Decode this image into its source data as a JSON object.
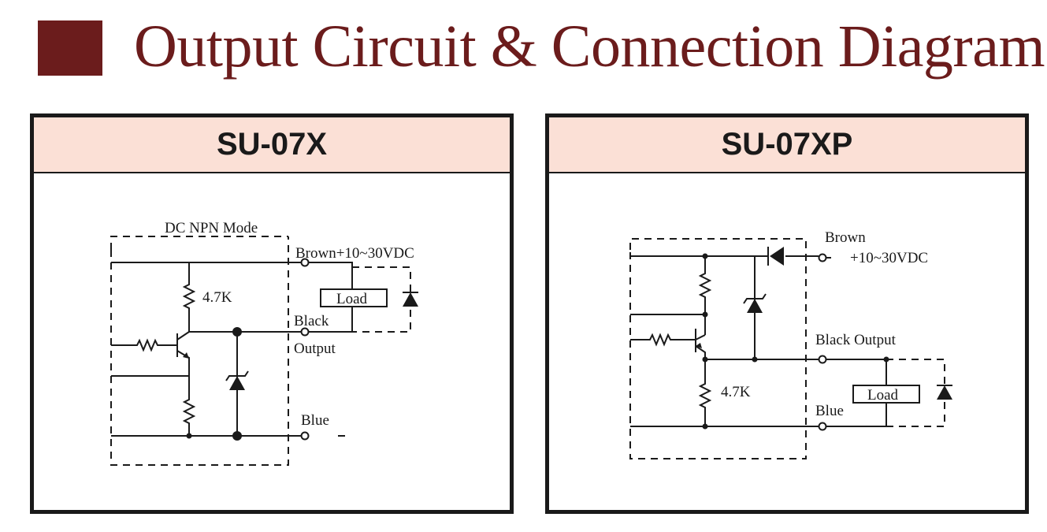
{
  "page": {
    "title": "Output Circuit & Connection Diagram"
  },
  "panels": {
    "left": {
      "model": "SU-07X",
      "mode_label": "DC NPN Mode",
      "labels": {
        "brown": "Brown+10~30VDC",
        "resistor": "4.7K",
        "black": "Black",
        "output": "Output",
        "blue": "Blue",
        "load": "Load"
      }
    },
    "right": {
      "model": "SU-07XP",
      "labels": {
        "brown": "Brown",
        "voltage": "+10~30VDC",
        "black_output": "Black Output",
        "resistor": "4.7K",
        "blue": "Blue",
        "load": "Load"
      }
    }
  },
  "colors": {
    "title": "#6b1c1c",
    "header_bg": "#fbe0d6",
    "line": "#1a1a1a"
  }
}
